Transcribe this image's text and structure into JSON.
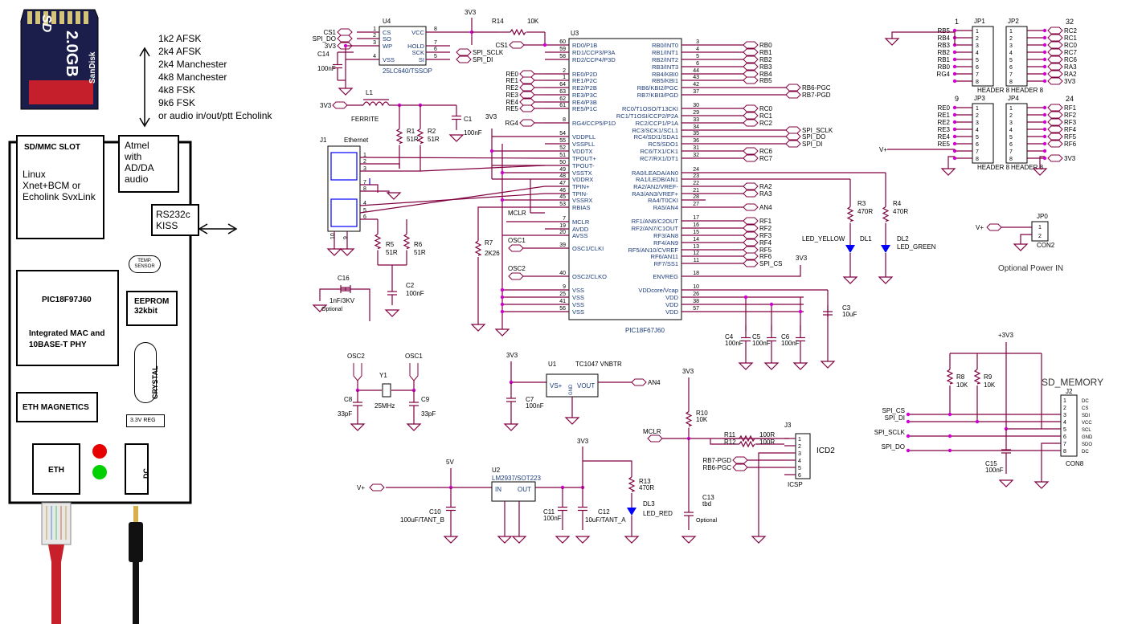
{
  "left_panel": {
    "sd_card": {
      "capacity": "2.0GB",
      "brand": "SanDisk",
      "logo": "SD"
    },
    "modes": [
      "1k2 AFSK",
      "2k4 AFSK",
      "2k4 Manchester",
      "4k8 Manchester",
      "4k8 FSK",
      "9k6 FSK",
      "or audio in/out/ptt Echolink"
    ],
    "sd_slot": "SD/MMC SLOT",
    "linux_text": [
      "Linux",
      "Xnet+BCM or",
      "Echolink SvxLink"
    ],
    "atmel": [
      "Atmel",
      "with",
      "AD/DA",
      "audio"
    ],
    "rs232": [
      "RS232c",
      "KISS"
    ],
    "temp_sensor": [
      "TEMP.",
      "SENSOR"
    ],
    "pic": [
      "PIC18F97J60",
      "Integrated MAC and",
      "10BASE-T PHY"
    ],
    "eeprom": [
      "EEPROM",
      "32kbit"
    ],
    "crystal": "CRYSTAL",
    "eth_magnetics": "ETH MAGNETICS",
    "reg": "3.3V REG",
    "eth": "ETH",
    "dc": "DC",
    "led_colors": {
      "red": "#e60000",
      "green": "#00d000"
    }
  },
  "schematic": {
    "wire_color": "#800040",
    "label_color": "#1a3a7a",
    "mcu": {
      "ref": "U3",
      "part": "PIC18F67J60",
      "left_pins": [
        {
          "n": "60",
          "name": "RD0/P1B"
        },
        {
          "n": "59",
          "name": "RD1/CCP3/P3A"
        },
        {
          "n": "58",
          "name": "RD2/CCP4/P3D"
        },
        {
          "n": "2",
          "name": "RE0/P2D"
        },
        {
          "n": "1",
          "name": "RE1/P2C"
        },
        {
          "n": "64",
          "name": "RE2/P2B"
        },
        {
          "n": "63",
          "name": "RE3/P3C"
        },
        {
          "n": "62",
          "name": "RE4/P3B"
        },
        {
          "n": "61",
          "name": "RE5/P1C"
        },
        {
          "n": "8",
          "name": "RG4/CCP5/P1D"
        },
        {
          "n": "54",
          "name": "VDDPLL"
        },
        {
          "n": "55",
          "name": "VSSPLL"
        },
        {
          "n": "52",
          "name": "VDDTX"
        },
        {
          "n": "51",
          "name": "TPOUT+"
        },
        {
          "n": "50",
          "name": "TPOUT-"
        },
        {
          "n": "49",
          "name": "VSSTX"
        },
        {
          "n": "48",
          "name": "VDDRX"
        },
        {
          "n": "47",
          "name": "TPIN+"
        },
        {
          "n": "46",
          "name": "TPIN-"
        },
        {
          "n": "45",
          "name": "VSSRX"
        },
        {
          "n": "53",
          "name": "RBIAS"
        },
        {
          "n": "7",
          "name": "MCLR"
        },
        {
          "n": "19",
          "name": "AVDD"
        },
        {
          "n": "20",
          "name": "AVSS"
        },
        {
          "n": "39",
          "name": "OSC1/CLKI"
        },
        {
          "n": "40",
          "name": "OSC2/CLKO"
        },
        {
          "n": "9",
          "name": "VSS"
        },
        {
          "n": "25",
          "name": "VSS"
        },
        {
          "n": "41",
          "name": "VSS"
        },
        {
          "n": "56",
          "name": "VSS"
        }
      ],
      "right_pins": [
        {
          "n": "3",
          "name": "RB0/INT0"
        },
        {
          "n": "4",
          "name": "RB1/INT1"
        },
        {
          "n": "5",
          "name": "RB2/INT2"
        },
        {
          "n": "6",
          "name": "RB3/INT3"
        },
        {
          "n": "44",
          "name": "RB4/KBI0"
        },
        {
          "n": "43",
          "name": "RB5/KBI1"
        },
        {
          "n": "42",
          "name": "RB6/KBI2/PGC"
        },
        {
          "n": "37",
          "name": "RB7/KBI3/PGD"
        },
        {
          "n": "30",
          "name": "RC0/T1OSO/T13CKI"
        },
        {
          "n": "29",
          "name": "RC1/T1OSI/CCP2/P2A"
        },
        {
          "n": "33",
          "name": "RC2/CCP1/P1A"
        },
        {
          "n": "34",
          "name": "RC3/SCK1/SCL1"
        },
        {
          "n": "35",
          "name": "RC4/SDI1/SDA1"
        },
        {
          "n": "36",
          "name": "RC5/SDO1"
        },
        {
          "n": "31",
          "name": "RC6/TX1/CK1"
        },
        {
          "n": "32",
          "name": "RC7/RX1/DT1"
        },
        {
          "n": "24",
          "name": "RA0/LEADA/AN0"
        },
        {
          "n": "23",
          "name": "RA1/LEDB/AN1"
        },
        {
          "n": "22",
          "name": "RA2/AN2/VREF-"
        },
        {
          "n": "21",
          "name": "RA3/AN3/VREF+"
        },
        {
          "n": "28",
          "name": "RA4/T0CKI"
        },
        {
          "n": "27",
          "name": "RA5/AN4"
        },
        {
          "n": "17",
          "name": "RF1/AN6/C2OUT"
        },
        {
          "n": "16",
          "name": "RF2/AN7/C1OUT"
        },
        {
          "n": "15",
          "name": "RF3/AN8"
        },
        {
          "n": "14",
          "name": "RF4/AN9"
        },
        {
          "n": "13",
          "name": "RF5/AN10/CVREF"
        },
        {
          "n": "12",
          "name": "RF6/AN11"
        },
        {
          "n": "11",
          "name": "RF7/SS1"
        },
        {
          "n": "18",
          "name": "ENVREG"
        },
        {
          "n": "10",
          "name": "VDDcore/Vcap"
        },
        {
          "n": "26",
          "name": "VDD"
        },
        {
          "n": "38",
          "name": "VDD"
        },
        {
          "n": "57",
          "name": "VDD"
        }
      ],
      "right_nets": [
        "RB0",
        "RB1",
        "RB2",
        "RB3",
        "RB4",
        "RB5",
        "RB6-PGC",
        "RB7-PGD",
        "RC0",
        "RC1",
        "RC2",
        "SPI_SCLK",
        "SPI_DO",
        "SPI_DI",
        "RC6",
        "RC7",
        "",
        "",
        "RA2",
        "RA3",
        "",
        "AN4",
        "RF1",
        "RF2",
        "RF3",
        "RF4",
        "RF5",
        "RF6",
        "SPI_CS",
        "",
        "",
        "",
        "",
        ""
      ],
      "left_nets": [
        "CS1",
        "",
        "",
        "RE0",
        "RE1",
        "RE2",
        "RE3",
        "RE4",
        "RE5",
        "RG4",
        "",
        "",
        "",
        "",
        "",
        "",
        "",
        "",
        "",
        "",
        "",
        "MCLR",
        "",
        "",
        "OSC1",
        "OSC2",
        "",
        "",
        "",
        ""
      ]
    },
    "eeprom": {
      "ref": "U4",
      "part": "25LC640/TSSOP",
      "pins_left": [
        {
          "n": "1",
          "name": "CS"
        },
        {
          "n": "2",
          "name": "SO"
        },
        {
          "n": "3",
          "name": "WP"
        },
        {
          "n": "4",
          "name": "VSS"
        }
      ],
      "pins_right": [
        {
          "n": "8",
          "name": "VCC"
        },
        {
          "n": "7",
          "name": "HOLD"
        },
        {
          "n": "6",
          "name": "SCK"
        },
        {
          "n": "5",
          "name": "SI"
        }
      ],
      "nets_left": [
        "CS1",
        "SPI_DO",
        "3V3"
      ],
      "nets_right": [
        "SPI_SCLK",
        "SPI_DI"
      ],
      "cap": "C14",
      "cap_val": "100nF"
    },
    "power_net": "3V3",
    "r14": {
      "ref": "R14",
      "val": "10K"
    },
    "ethernet": {
      "ref": "J1",
      "name": "Ethernet",
      "inductor": "L1",
      "inductor_name": "FERRITE",
      "r1": "R1",
      "r2": "R2",
      "r5": "R5",
      "r6": "R6",
      "rval": "51R",
      "c1": "C1",
      "c1v": "100nF",
      "c2": "C2",
      "c2v": "100nF",
      "c16": "C16",
      "c16v": "1nF/3KV",
      "optional": "Optional",
      "r7": "R7",
      "r7v": "2K26",
      "pins": [
        "1",
        "2",
        "3",
        "7",
        "8",
        "4",
        "5",
        "6",
        "10",
        "9"
      ]
    },
    "crystal": {
      "ref": "Y1",
      "val": "25MHz",
      "c8": "C8",
      "c9": "C9",
      "cval": "33pF",
      "osc2": "OSC2",
      "osc1": "OSC1"
    },
    "temp": {
      "ref": "U1",
      "part": "TC1047 VNBTR",
      "vs": "VS+",
      "gnd": "GND",
      "vout": "VOUT",
      "net": "AN4",
      "c7": "C7",
      "c7v": "100nF"
    },
    "reg": {
      "ref": "U2",
      "part": "LM2937/SOT223",
      "in": "IN",
      "out": "OUT",
      "net_in": "V+",
      "v5": "5V",
      "c10": "C10",
      "c10v": "100uF/TANT_B",
      "c11": "C11",
      "c11v": "100nF",
      "c12": "C12",
      "c12v": "10uF/TANT_A",
      "r13": "R13",
      "r13v": "470R",
      "dl3": "DL3",
      "dl3v": "LED_RED"
    },
    "icsp": {
      "ref": "J3",
      "name": "ICSP",
      "title": "ICD2",
      "r10": "R10",
      "r10v": "10K",
      "r11": "R11",
      "r12": "R12",
      "rv": "100R",
      "c13": "C13",
      "c13v": "tbd",
      "optional": "Optional",
      "mclr": "MCLR",
      "pgd": "RB7-PGD",
      "pgc": "RB6-PGC"
    },
    "leds": {
      "r3": "R3",
      "r4": "R4",
      "rv": "470R",
      "dl1": "DL1",
      "dl2": "DL2",
      "yellow": "LED_YELLOW",
      "green": "LED_GREEN"
    },
    "vdd_caps": {
      "c3": "C3",
      "c3v": "10uF",
      "c4": "C4",
      "c5": "C5",
      "c6": "C6",
      "cv": "100nF"
    },
    "headers": {
      "jp1": {
        "ref": "JP1",
        "label": "HEADER 8",
        "num": "1",
        "nets": [
          "RB5",
          "RB4",
          "RB3",
          "RB2",
          "RB1",
          "RB0",
          "RG4",
          ""
        ]
      },
      "jp2": {
        "ref": "JP2",
        "label": "HEADER 8",
        "num": "32",
        "nets": [
          "RC2",
          "RC1",
          "RC0",
          "RC7",
          "RC6",
          "RA3",
          "RA2",
          "3V3"
        ]
      },
      "jp3": {
        "ref": "JP3",
        "label": "HEADER 8",
        "num": "9",
        "nets": [
          "RE0",
          "RE1",
          "RE2",
          "RE3",
          "RE4",
          "RE5",
          "",
          ""
        ]
      },
      "jp4": {
        "ref": "JP4",
        "label": "HEADER 8",
        "num": "24",
        "nets": [
          "RF1",
          "RF2",
          "RF3",
          "RF4",
          "RF5",
          "RF6",
          "",
          "3V3"
        ]
      },
      "vplus": "V+"
    },
    "jp0": {
      "ref": "JP0",
      "label": "CON2",
      "net": "V+",
      "caption": "Optional Power IN"
    },
    "sd": {
      "title": "SD_MEMORY",
      "ref": "J2",
      "label": "CON8",
      "supply": "+3V3",
      "r8": "R8",
      "r9": "R9",
      "rv": "10K",
      "c15": "C15",
      "c15v": "100nF",
      "nets": [
        "SPI_CS",
        "SPI_DI",
        "SPI_SCLK",
        "SPI_DO"
      ],
      "pins": [
        "DC",
        "CS",
        "SDI",
        "VCC",
        "SCL",
        "GND",
        "SDO",
        "DC"
      ]
    }
  }
}
